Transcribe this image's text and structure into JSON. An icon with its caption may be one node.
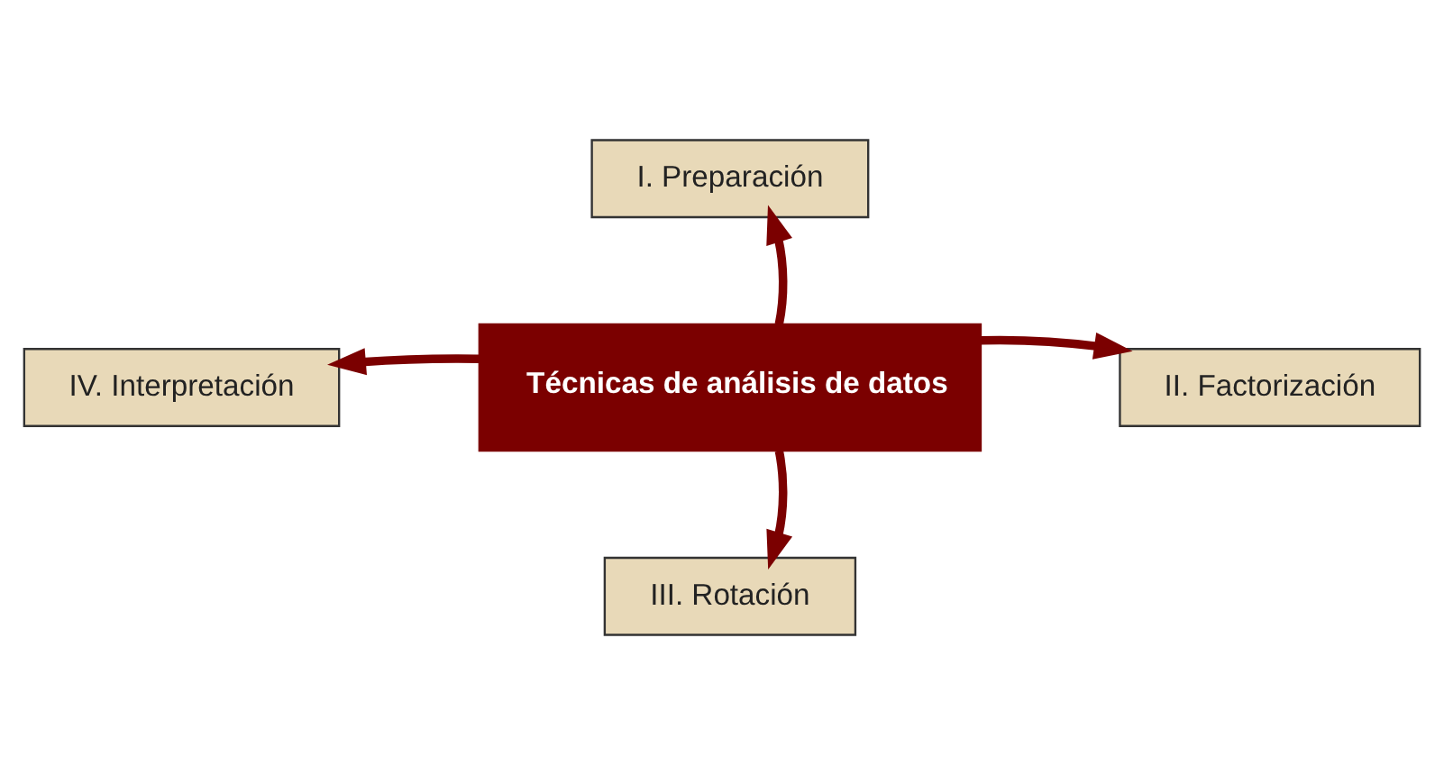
{
  "diagram": {
    "nodes": [
      {
        "text": [
          "Técnicas de análisis de datos"
        ]
      },
      {
        "text": [
          "I. Preparación"
        ]
      },
      {
        "text": [
          "II. Factorización"
        ]
      },
      {
        "text": [
          "III. Rotación"
        ]
      },
      {
        "text": [
          "IV. Interpretación"
        ]
      }
    ],
    "edges": [
      {
        "from": 0,
        "to": 1,
        "arrow": "to"
      },
      {
        "from": 0,
        "to": 2,
        "arrow": "to"
      },
      {
        "from": 0,
        "to": 3,
        "arrow": "to"
      },
      {
        "from": 0,
        "to": 4,
        "arrow": "to"
      }
    ]
  }
}
